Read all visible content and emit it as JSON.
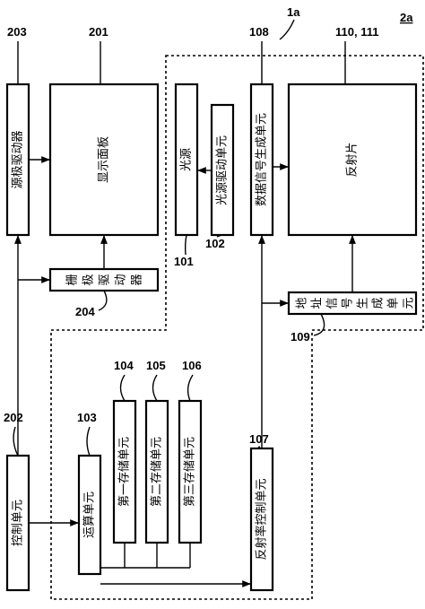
{
  "figure_label": "2a",
  "boundary_label": "1a",
  "blocks": {
    "source_driver": {
      "text": "源极驱动器",
      "ref": "203"
    },
    "display_panel": {
      "text": "显示面板",
      "ref": "201"
    },
    "gate_driver": {
      "text": "栅极驱动器",
      "ref": "204"
    },
    "control_unit": {
      "text": "控制单元",
      "ref": "202"
    },
    "light_source": {
      "text": "光源",
      "ref": "101"
    },
    "light_driver": {
      "text": "光源驱动单元",
      "ref": "102"
    },
    "data_signal_gen": {
      "text": "数据信号生成单元",
      "ref": "108"
    },
    "reflector": {
      "text": "反射片",
      "ref": "110, 111"
    },
    "address_gen": {
      "text": "地址信号生成单元",
      "ref": "109"
    },
    "operation_unit": {
      "text": "运算单元",
      "ref": "103"
    },
    "storage_1": {
      "text": "第一存储单元",
      "ref": "104"
    },
    "storage_2": {
      "text": "第二存储单元",
      "ref": "105"
    },
    "storage_3": {
      "text": "第三存储单元",
      "ref": "106"
    },
    "reflect_ctrl": {
      "text": "反射率控制单元",
      "ref": "107"
    }
  }
}
